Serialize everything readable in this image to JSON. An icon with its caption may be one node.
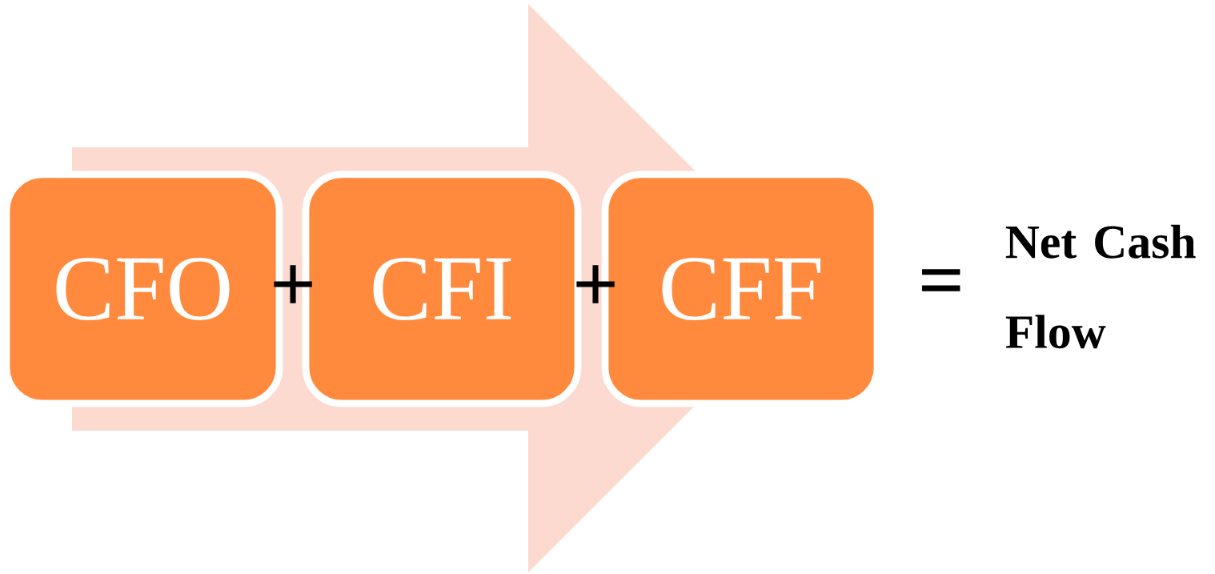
{
  "diagram": {
    "nodes": [
      {
        "text": [
          "CFO"
        ]
      },
      {
        "text": [
          "CFI"
        ]
      },
      {
        "text": [
          "CFF"
        ]
      }
    ],
    "edges": [
      {
        "from": 0,
        "to": 2,
        "arrow": "to"
      }
    ],
    "labels": [
      "+",
      "+",
      "=",
      "Net Cash Flow"
    ]
  }
}
